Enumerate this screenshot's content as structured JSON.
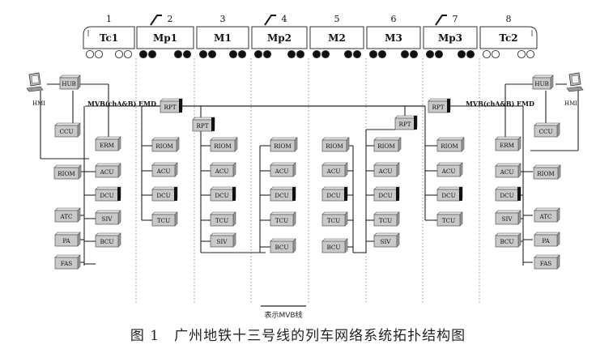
{
  "cars": [
    {
      "num": "1",
      "name": "Tc1",
      "cab": "left",
      "pantograph": false,
      "motor": false
    },
    {
      "num": "2",
      "name": "Mp1",
      "cab": "none",
      "pantograph": true,
      "motor": true
    },
    {
      "num": "3",
      "name": "M1",
      "cab": "none",
      "pantograph": false,
      "motor": true
    },
    {
      "num": "4",
      "name": "Mp2",
      "cab": "none",
      "pantograph": true,
      "motor": true
    },
    {
      "num": "5",
      "name": "M2",
      "cab": "none",
      "pantograph": false,
      "motor": true
    },
    {
      "num": "6",
      "name": "M3",
      "cab": "none",
      "pantograph": false,
      "motor": true
    },
    {
      "num": "7",
      "name": "Mp3",
      "cab": "none",
      "pantograph": true,
      "motor": true
    },
    {
      "num": "8",
      "name": "Tc2",
      "cab": "right",
      "pantograph": false,
      "motor": false
    }
  ],
  "labels": {
    "mvb_left": "MVB(chA&B) EMD",
    "mvb_right": "MVB(chA&B) EMD",
    "hmi": "HMI",
    "legend": "表示MVB线",
    "caption": "图 1　广州地铁十三号线的列车网络系统拓扑结构图"
  },
  "devices": {
    "hub_left": "HUB",
    "hub_right": "HUB",
    "ccu_left": "CCU",
    "ccu_right": "CCU",
    "erm_left": "ERM",
    "erm_right": "ERM",
    "riom_left": "RIOM",
    "riom_right": "RIOM",
    "acu1": "ACU",
    "dcu1": "DCU",
    "siv1": "SIV",
    "bcu1": "BCU",
    "atc_left": "ATC",
    "pa_left": "PA",
    "fas_left": "FAS",
    "acu8": "ACU",
    "dcu8": "DCU",
    "siv8": "SIV",
    "bcu8": "BCU",
    "atc_right": "ATC",
    "pa_right": "PA",
    "fas_right": "FAS",
    "rpt2": "RPT",
    "riom2": "RIOM",
    "acu2": "ACU",
    "dcu2": "DCU",
    "tcu2": "TCU",
    "rpt3": "RPT",
    "riom3": "RIOM",
    "acu3": "ACU",
    "dcu3": "DCU",
    "tcu3": "TCU",
    "siv3": "SIV",
    "riom4": "RIOM",
    "acu4": "ACU",
    "dcu4": "DCU",
    "tcu4": "TCU",
    "bcu4": "BCU",
    "riom5": "RIOM",
    "acu5": "ACU",
    "dcu5": "DCU",
    "tcu5": "TCU",
    "bcu5": "BCU",
    "rpt6": "RPT",
    "riom6": "RIOM",
    "acu6": "ACU",
    "dcu6": "DCU",
    "tcu6": "TCU",
    "siv6": "SIV",
    "rpt7": "RPT",
    "riom7": "RIOM",
    "acu7": "ACU",
    "dcu7": "DCU",
    "tcu7": "TCU"
  }
}
